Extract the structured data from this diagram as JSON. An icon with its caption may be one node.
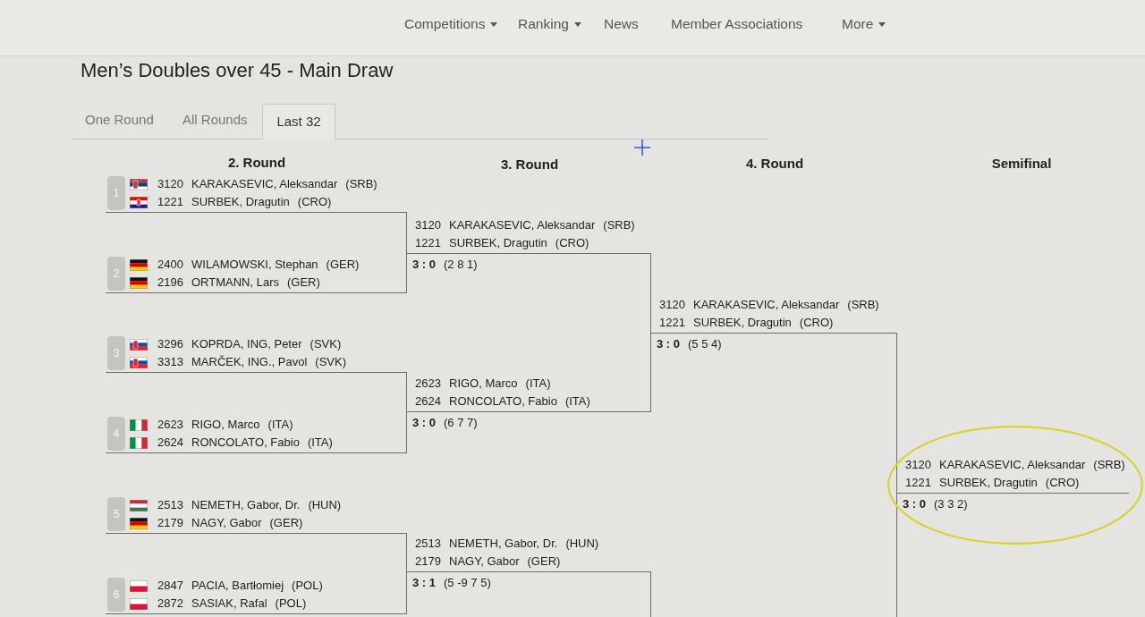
{
  "diagram": {
    "title": "Men’s Doubles over 45 - Main Draw",
    "nodes": [
      {
        "text": [
          "3120",
          "KARAKASEVIC, Aleksandar",
          "(SRB)",
          "1221",
          "SURBEK, Dragutin",
          "(CRO)"
        ]
      },
      {
        "text": [
          "1"
        ],
        "in": 0
      },
      {
        "text": [
          "2400",
          "WILAMOWSKI, Stephan",
          "(GER)",
          "2196",
          "ORTMANN, Lars",
          "(GER)"
        ]
      },
      {
        "text": [
          "2"
        ],
        "in": 2
      },
      {
        "text": [
          "3296",
          "KOPRDA, ING, Peter",
          "(SVK)",
          "3313",
          "MARČEK, ING., Pavol",
          "(SVK)"
        ]
      },
      {
        "text": [
          "3"
        ],
        "in": 4
      },
      {
        "text": [
          "2623",
          "RIGO, Marco",
          "(ITA)",
          "2624",
          "RONCOLATO, Fabio",
          "(ITA)"
        ]
      },
      {
        "text": [
          "4"
        ],
        "in": 6
      },
      {
        "text": [
          "2513",
          "NEMETH, Gabor, Dr.",
          "(HUN)",
          "2179",
          "NAGY, Gabor",
          "(GER)"
        ]
      },
      {
        "text": [
          "5"
        ],
        "in": 8
      },
      {
        "text": [
          "2847",
          "PACIA, Bartłomiej",
          "(POL)",
          "2872",
          "SASIAK, Rafal",
          "(POL)"
        ]
      },
      {
        "text": [
          "6"
        ],
        "in": 10
      },
      {
        "text": [
          "3120",
          "KARAKASEVIC, Aleksandar",
          "(SRB)",
          "1221",
          "SURBEK, Dragutin",
          "(CRO)"
        ],
        "beside": [
          "3 : 0",
          "(2 8 1)"
        ]
      },
      {
        "text": [
          "2623",
          "RIGO, Marco",
          "(ITA)",
          "2624",
          "RONCOLATO, Fabio",
          "(ITA)"
        ],
        "beside": [
          "3 : 0",
          "(6 7 7)"
        ]
      },
      {
        "text": [
          "2513",
          "NEMETH, Gabor, Dr.",
          "(HUN)",
          "2179",
          "NAGY, Gabor",
          "(GER)"
        ],
        "beside": [
          "3 : 1",
          "(5 -9 7 5)"
        ]
      },
      {
        "text": [
          "3120",
          "KARAKASEVIC, Aleksandar",
          "(SRB)",
          "1221",
          "SURBEK, Dragutin",
          "(CRO)"
        ],
        "beside": [
          "3 : 0",
          "(5 5 4)"
        ]
      },
      {
        "text": [],
        "shape": "ellipse"
      },
      {
        "text": [
          "3120",
          "KARAKASEVIC, Aleksandar",
          "(SRB)",
          "1221",
          "SURBEK, Dragutin",
          "(CRO)"
        ],
        "beside": [
          "3 : 0",
          "(3 3 2)"
        ],
        "in": 16
      }
    ],
    "edges": [
      {
        "from": 0,
        "to": 12,
        "arrow": "none"
      },
      {
        "from": 2,
        "to": 12,
        "arrow": "none"
      },
      {
        "from": 4,
        "to": 13,
        "arrow": "none"
      },
      {
        "from": 6,
        "to": 13,
        "arrow": "none"
      },
      {
        "from": 8,
        "to": 14,
        "arrow": "none"
      },
      {
        "from": 10,
        "to": 14,
        "arrow": "none"
      },
      {
        "from": 12,
        "to": 15,
        "arrow": "none"
      },
      {
        "from": 13,
        "to": 15,
        "arrow": "none"
      },
      {
        "from": 14,
        "to": null,
        "arrow": "none"
      },
      {
        "from": 15,
        "to": 17,
        "arrow": "none"
      },
      {
        "from": null,
        "to": 17,
        "arrow": "none"
      }
    ],
    "labels": [
      "Competitions",
      "Ranking",
      "News",
      "Member Associations",
      "More",
      "One Round",
      "All Rounds",
      "Last 32",
      "2. Round",
      "3. Round",
      "4. Round",
      "Semifinal"
    ]
  }
}
